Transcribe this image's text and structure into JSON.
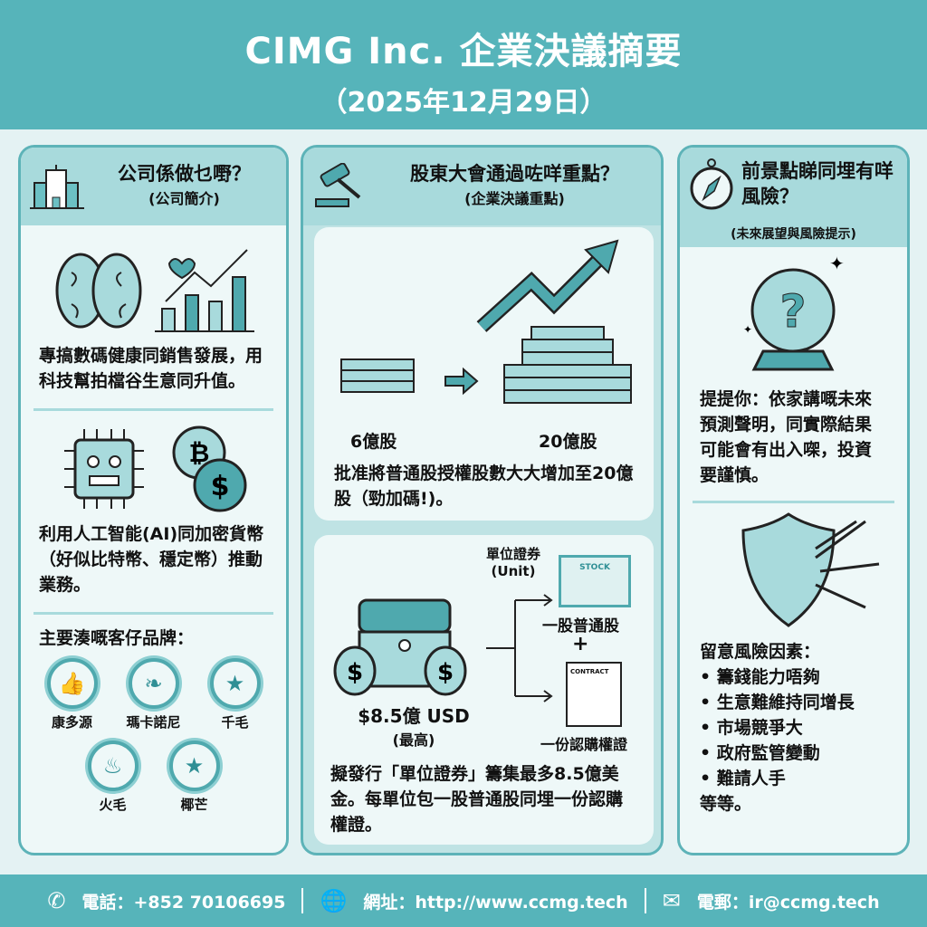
{
  "header": {
    "title": "CIMG Inc. 企業決議摘要",
    "date": "（2025年12月29日）"
  },
  "col1": {
    "title": "公司係做乜嘢？",
    "subtitle": "(公司簡介)",
    "para1": "專搞數碼健康同銷售發展，用科技幫拍檔谷生意同升值。",
    "para2": "利用人工智能(AI)同加密貨幣（好似比特幣、穩定幣）推動業務。",
    "brands_title": "主要湊嘅客仔品牌：",
    "brands": [
      {
        "name": "康多源",
        "icon": "thumbs-up-icon"
      },
      {
        "name": "瑪卡諾尼",
        "icon": "leaf-icon"
      },
      {
        "name": "千毛",
        "icon": "star-icon"
      },
      {
        "name": "火毛",
        "icon": "flame-icon"
      },
      {
        "name": "椰芒",
        "icon": "star-icon"
      }
    ]
  },
  "col2": {
    "title": "股東大會通過咗咩重點？",
    "subtitle": "(企業決議重點)",
    "from_shares": "6億股",
    "to_shares": "20億股",
    "para1": "批准將普通股授權股數大大增加至20億股（勁加碼!)。",
    "unit_label": "單位證券",
    "unit_en": "(Unit)",
    "stock_word": "STOCK",
    "contract_word": "CONTRACT",
    "share_label": "一股普通股",
    "plus": "+",
    "warrant_label": "一份認購權證",
    "amount": "$8.5億 USD",
    "amount_note": "(最高)",
    "para2": "擬發行「單位證券」籌集最多8.5億美金。每單位包一股普通股同埋一份認購權證。"
  },
  "col3": {
    "title": "前景點睇同埋有咩風險？",
    "subtitle": "(未來展望與風險提示)",
    "para1": "提提你：依家講嘅未來預測聲明，同實際結果可能會有出入㗎，投資要謹慎。",
    "risk_title": "留意風險因素：",
    "risks": [
      "籌錢能力唔夠",
      "生意難維持同增長",
      "市場競爭大",
      "政府監管變動",
      "難請人手"
    ],
    "etc": "等等。"
  },
  "footer": {
    "phone": "電話：+852 70106695",
    "web": "網址：http://www.ccmg.tech",
    "email": "電郵：ir@ccmg.tech"
  },
  "colors": {
    "teal": "#56b4ba",
    "light": "#a8dadc",
    "bg": "#e4f2f3"
  }
}
